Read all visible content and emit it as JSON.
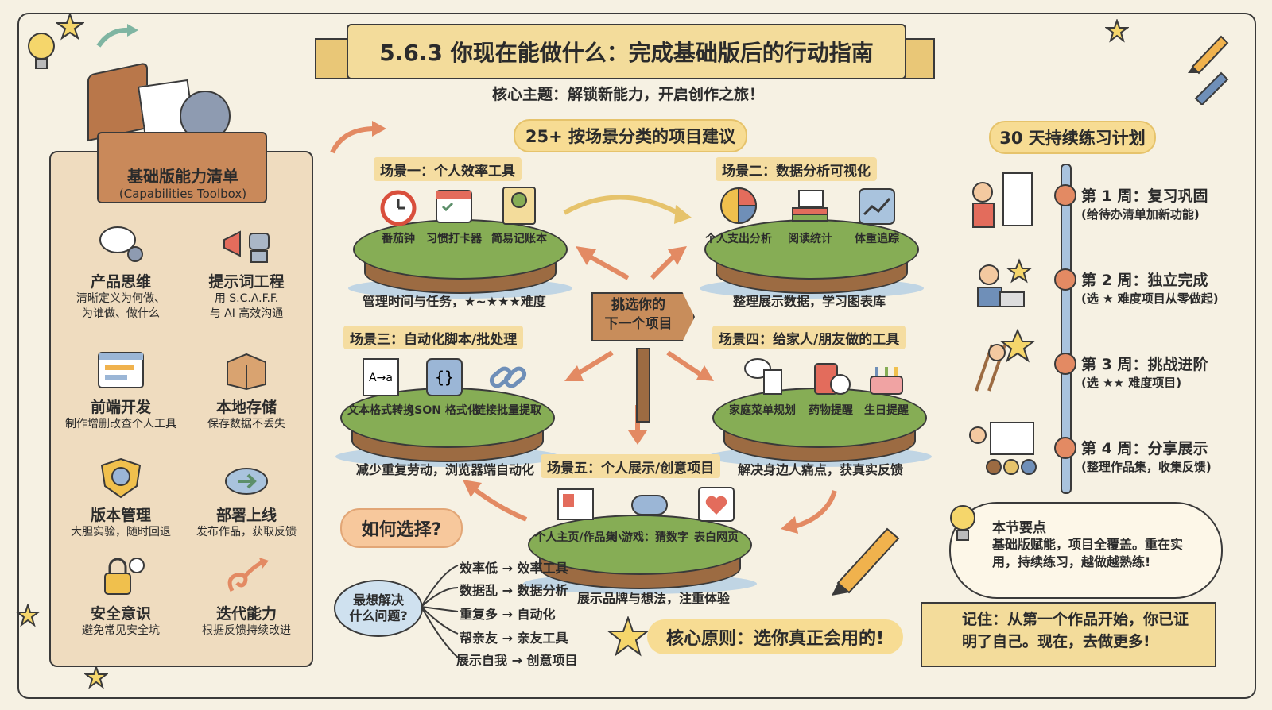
{
  "header": {
    "title": "5.6.3 你现在能做什么：完成基础版后的行动指南",
    "subtitle": "核心主题：解锁新能力，开启创作之旅！"
  },
  "toolbox": {
    "title": "基础版能力清单",
    "subtitle": "(Capabilities Toolbox)",
    "capabilities": [
      {
        "name": "产品思维",
        "desc1": "清晰定义为何做、",
        "desc2": "为谁做、做什么",
        "icon": "thought-gear-icon"
      },
      {
        "name": "提示词工程",
        "desc1": "用 S.C.A.F.F.",
        "desc2": "与 AI 高效沟通",
        "icon": "megaphone-robot-icon"
      },
      {
        "name": "前端开发",
        "desc1": "制作增删改查个人工具",
        "desc2": "",
        "icon": "browser-window-icon"
      },
      {
        "name": "本地存储",
        "desc1": "保存数据不丢失",
        "desc2": "",
        "icon": "box-icon"
      },
      {
        "name": "版本管理",
        "desc1": "大胆实验，随时回退",
        "desc2": "",
        "icon": "shield-clock-icon"
      },
      {
        "name": "部署上线",
        "desc1": "发布作品，获取反馈",
        "desc2": "",
        "icon": "cloud-upload-icon"
      },
      {
        "name": "安全意识",
        "desc1": "避免常见安全坑",
        "desc2": "",
        "icon": "lock-question-icon"
      },
      {
        "name": "迭代能力",
        "desc1": "根据反馈持续改进",
        "desc2": "",
        "icon": "spiral-arrow-icon"
      }
    ]
  },
  "projects": {
    "heading": "25+ 按场景分类的项目建议",
    "center_sign": [
      "挑选你的",
      "下一个项目"
    ],
    "scenes": [
      {
        "label": "场景一：个人效率工具",
        "items": [
          "番茄钟",
          "习惯打卡器",
          "简易记账本"
        ],
        "note": "管理时间与任务，★~★★★难度"
      },
      {
        "label": "场景二：数据分析可视化",
        "items": [
          "个人支出分析",
          "阅读统计",
          "体重追踪"
        ],
        "note": "整理展示数据，学习图表库"
      },
      {
        "label": "场景三：自动化脚本/批处理",
        "items": [
          "文本格式转换",
          "JSON 格式化",
          "链接批量提取"
        ],
        "note": "减少重复劳动，浏览器端自动化"
      },
      {
        "label": "场景四：给家人/朋友做的工具",
        "items": [
          "家庭菜单规划",
          "药物提醒",
          "生日提醒"
        ],
        "note": "解决身边人痛点，获真实反馈"
      },
      {
        "label": "场景五：个人展示/创意项目",
        "items": [
          "个人主页/作品集",
          "小游戏：猜数字",
          "表白网页"
        ],
        "note": "展示品牌与想法，注重体验"
      }
    ]
  },
  "choose": {
    "title": "如何选择?",
    "question": [
      "最想解决",
      "什么问题?"
    ],
    "mappings": [
      "效率低 → 效率工具",
      "数据乱 → 数据分析",
      "重复多 → 自动化",
      "帮亲友 → 亲友工具",
      "展示自我 → 创意项目"
    ],
    "principle": "核心原则：选你真正会用的!"
  },
  "plan": {
    "title": "30 天持续练习计划",
    "weeks": [
      {
        "title": "第 1 周：复习巩固",
        "desc": "(给待办清单加新功能)"
      },
      {
        "title": "第 2 周：独立完成",
        "desc": "(选 ★ 难度项目从零做起)"
      },
      {
        "title": "第 3 周：挑战进阶",
        "desc": "(选 ★★ 难度项目)"
      },
      {
        "title": "第 4 周：分享展示",
        "desc": "(整理作品集，收集反馈)"
      }
    ]
  },
  "summary": {
    "title": "本节要点",
    "body": "基础版赋能，项目全覆盖。重在实用，持续练习，越做越熟练!",
    "remember": "记住：从第一个作品开始，你已证明了自己。现在，去做更多!"
  },
  "colors": {
    "background": "#f6f1e3",
    "ribbon": "#f3dc9b",
    "grass": "#86ad55",
    "dirt": "#9c6b42",
    "arrow": "#e38a63",
    "timeline": "#a9c3dd"
  }
}
